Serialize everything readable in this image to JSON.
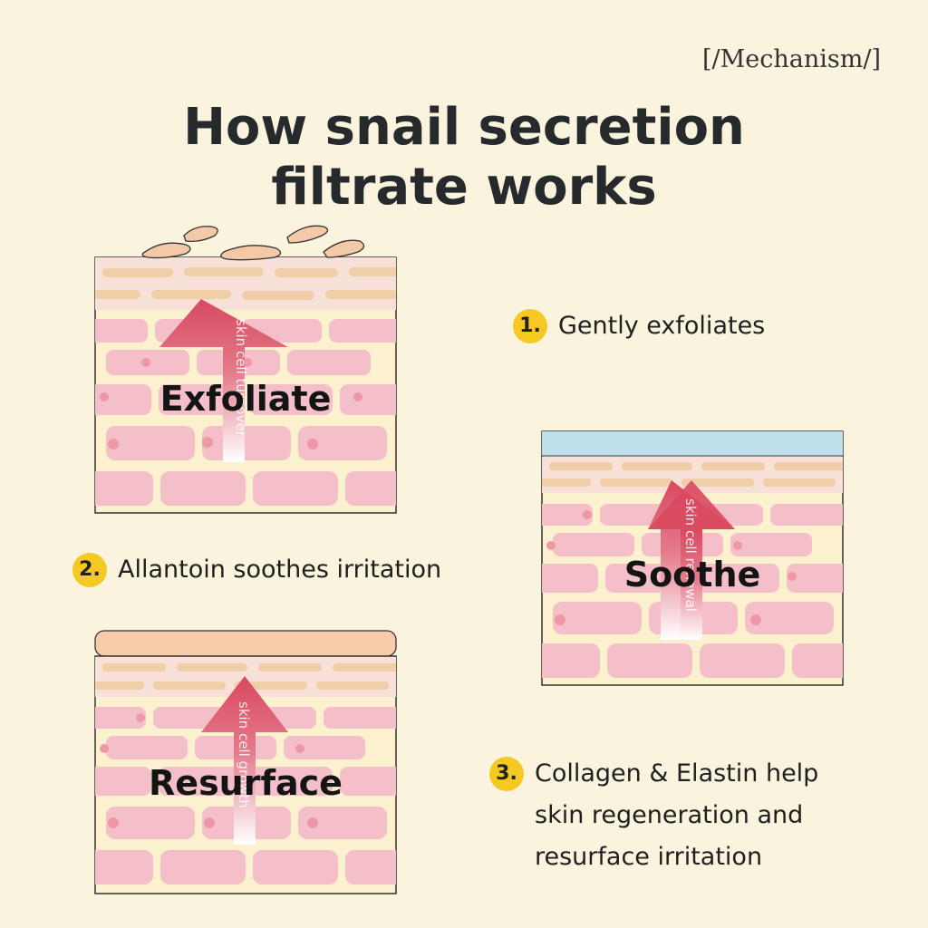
{
  "header": {
    "tag": "[/Mechanism/]",
    "title_line1": "How snail secretion",
    "title_line2": "filtrate works"
  },
  "panels": [
    {
      "id": "exfoliate",
      "label": "Exfoliate",
      "arrow_text": "skin cell turnover"
    },
    {
      "id": "soothe",
      "label": "Soothe",
      "arrow_text": "skin cell renewal"
    },
    {
      "id": "resurface",
      "label": "Resurface",
      "arrow_text": "skin cell growth"
    }
  ],
  "steps": [
    {
      "number": "1.",
      "text": "Gently exfoliates"
    },
    {
      "number": "2.",
      "text": "Allantoin soothes irritation"
    },
    {
      "number": "3.",
      "text": "Collagen & Elastin help skin regeneration and resurface irritation"
    }
  ],
  "colors": {
    "background": "#faf3dd",
    "skin_cell": "#f5bfc9",
    "skin_layer": "#f0cfa8",
    "arrow": "#d9485f",
    "badge": "#f6c822",
    "soothe_layer": "#bfe0ea"
  }
}
